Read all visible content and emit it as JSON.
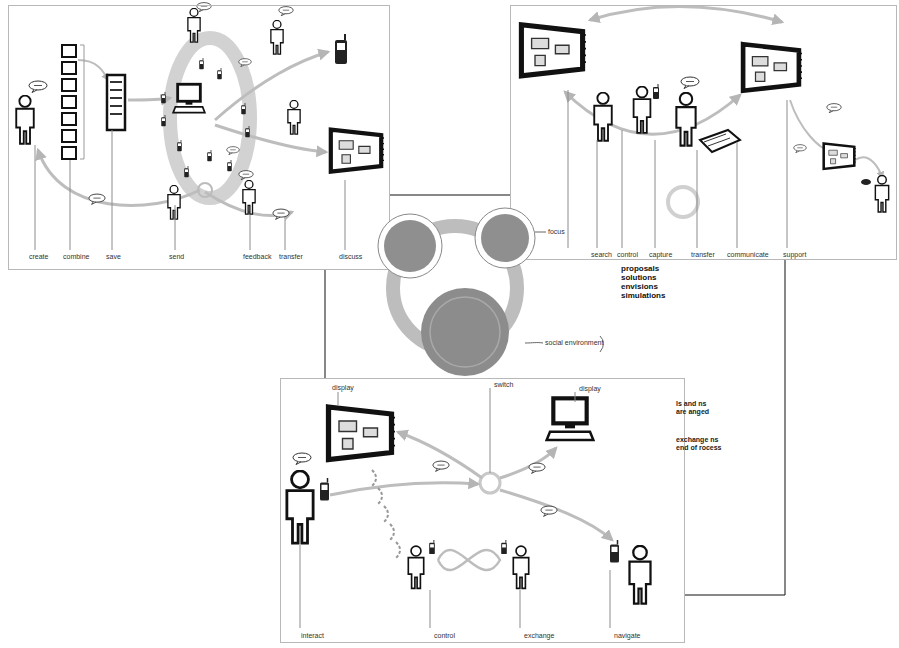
{
  "diagram": {
    "nodes": [
      {
        "text": [
          "create",
          "combine",
          "save",
          "send",
          "feedback",
          "transfer",
          "discuss"
        ]
      },
      {
        "text": [
          "search",
          "control",
          "capture",
          "transfer",
          "communicate",
          "support",
          "proposals solutions envisions simulations"
        ]
      },
      {
        "text": [
          "display",
          "switch",
          "display",
          "interact",
          "control",
          "exchange",
          "navigate"
        ]
      },
      {
        "text": [
          "focus",
          "social environment"
        ]
      }
    ],
    "edges": [
      {
        "from": 0,
        "to": 1,
        "arrow": "none"
      },
      {
        "from": 0,
        "to": 2,
        "arrow": "none"
      },
      {
        "from": 1,
        "to": 2,
        "arrow": "none"
      }
    ],
    "labels": [
      "ls and ns are anged",
      "exchange ns end of rocess"
    ]
  }
}
